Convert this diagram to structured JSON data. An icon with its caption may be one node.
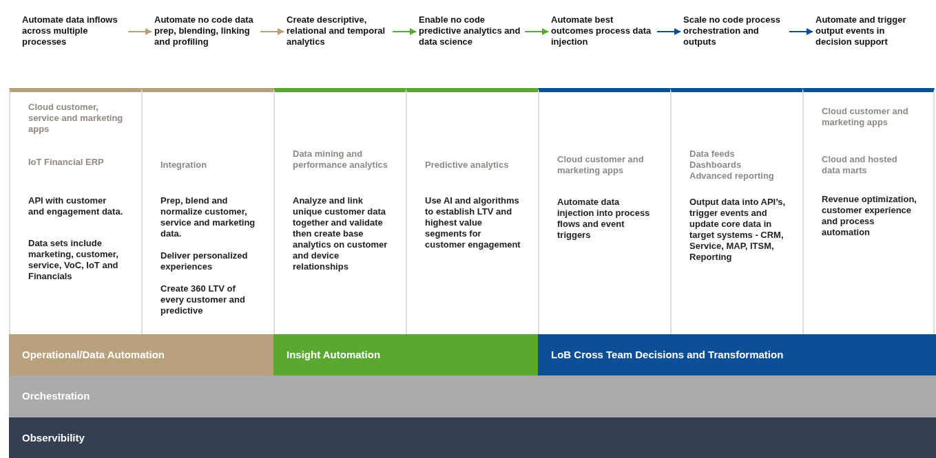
{
  "diagram": {
    "nodes": [
      {
        "text": [
          "Automate data inflows across multiple processes"
        ]
      },
      {
        "text": [
          "Automate no code data prep, blending, linking and profiling"
        ]
      },
      {
        "text": [
          "Create descriptive, relational and temporal analytics"
        ]
      },
      {
        "text": [
          "Enable no code predictive analytics and data science"
        ]
      },
      {
        "text": [
          "Automate best outcomes process data injection"
        ]
      },
      {
        "text": [
          "Scale no code process orchestration and outputs"
        ]
      },
      {
        "text": [
          "Automate and trigger output events in decision support"
        ]
      },
      {
        "text": [
          "Cloud customer, service and marketing apps",
          "IoT Financial ERP",
          "API with customer and engagement data.",
          "Data sets include marketing, customer, service, VoC, IoT and Financials"
        ]
      },
      {
        "text": [
          "Integration",
          "Prep, blend and normalize customer, service and marketing data.",
          "Deliver personalized experiences",
          "Create 360 LTV of every customer and predictive"
        ]
      },
      {
        "text": [
          "Data mining and performance analytics",
          "Analyze and link unique customer data together and validate then create base analytics on customer and device relationships"
        ]
      },
      {
        "text": [
          "Predictive analytics",
          "Use AI and algorithms to establish LTV and highest value segments for customer engagement"
        ]
      },
      {
        "text": [
          "Cloud customer and marketing apps",
          "Automate data injection into process flows and event triggers"
        ]
      },
      {
        "text": [
          "Data feeds Dashboards Advanced reporting",
          "Output data into API’s, trigger events and update core data in target systems - CRM, Service, MAP, ITSM, Reporting"
        ]
      },
      {
        "text": [
          "Cloud customer and marketing apps",
          "Cloud and hosted data marts",
          "Revenue optimization, customer experience and process automation"
        ]
      },
      {
        "text": [
          "Operational/Data Automation"
        ]
      },
      {
        "text": [
          "Insight Automation"
        ]
      },
      {
        "text": [
          "LoB Cross Team Decisions and Transformation"
        ]
      },
      {
        "text": [
          "Orchestration"
        ]
      },
      {
        "text": [
          "Observibility"
        ]
      }
    ],
    "edges": [
      {
        "from": 0,
        "to": 1,
        "arrow": "to",
        "color": "#b9a07c"
      },
      {
        "from": 1,
        "to": 2,
        "arrow": "to",
        "color": "#b9a07c"
      },
      {
        "from": 2,
        "to": 3,
        "arrow": "to",
        "color": "#5aa832"
      },
      {
        "from": 3,
        "to": 4,
        "arrow": "to",
        "color": "#5aa832"
      },
      {
        "from": 4,
        "to": 5,
        "arrow": "to",
        "color": "#0d4f96"
      },
      {
        "from": 5,
        "to": 6,
        "arrow": "to",
        "color": "#0d4f96"
      }
    ]
  }
}
